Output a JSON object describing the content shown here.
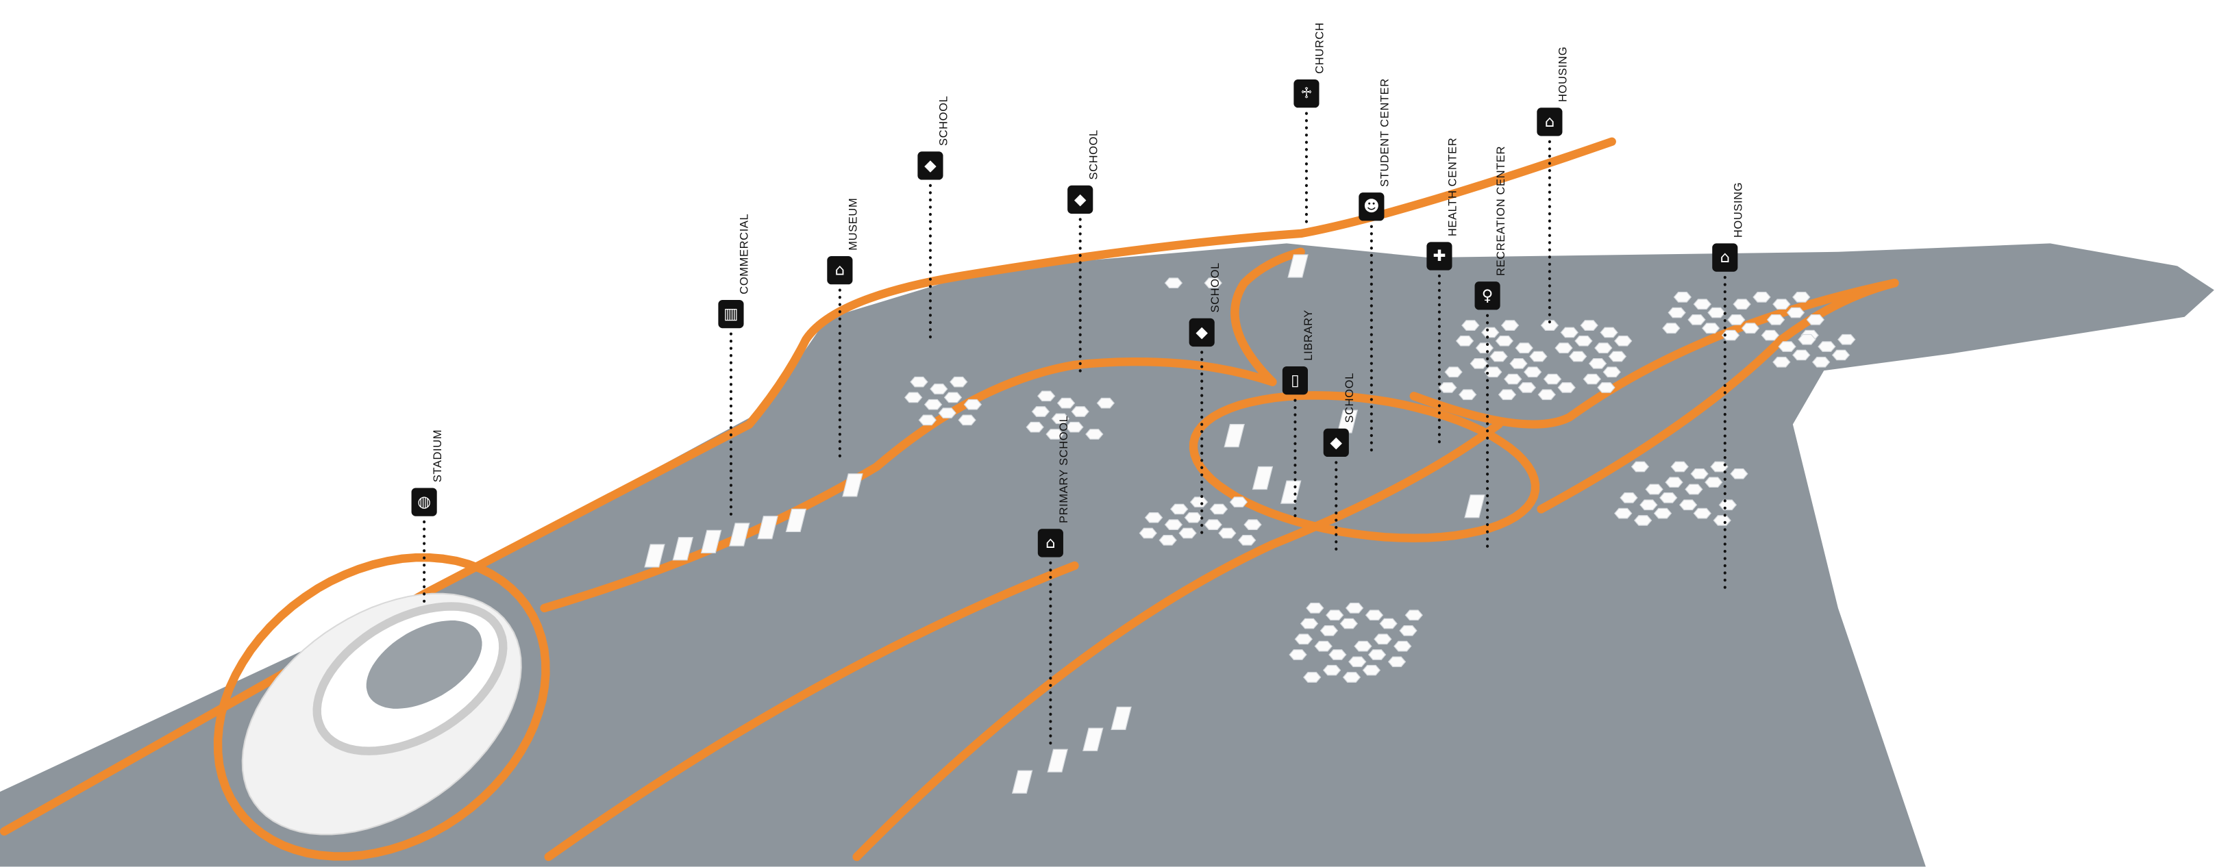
{
  "colors": {
    "land": "#8d959c",
    "road": "#ef8a2e",
    "icon_bg": "#111111",
    "building": "#fbfbfb"
  },
  "markers": [
    {
      "label": "STADIUM",
      "icon": "stadium-icon"
    },
    {
      "label": "COMMERCIAL",
      "icon": "commercial-building-icon"
    },
    {
      "label": "MUSEUM",
      "icon": "museum-icon"
    },
    {
      "label": "SCHOOL",
      "icon": "graduation-cap-icon"
    },
    {
      "label": "SCHOOL",
      "icon": "graduation-cap-icon"
    },
    {
      "label": "CHURCH",
      "icon": "church-icon"
    },
    {
      "label": "STUDENT CENTER",
      "icon": "people-icon"
    },
    {
      "label": "HEALTH CENTER",
      "icon": "medical-cross-icon"
    },
    {
      "label": "RECREATION CENTER",
      "icon": "fitness-icon"
    },
    {
      "label": "HOUSING",
      "icon": "house-icon"
    },
    {
      "label": "HOUSING",
      "icon": "house-icon"
    },
    {
      "label": "SCHOOL",
      "icon": "graduation-cap-icon"
    },
    {
      "label": "LIBRARY",
      "icon": "book-icon"
    },
    {
      "label": "SCHOOL",
      "icon": "graduation-cap-icon"
    },
    {
      "label": "PRIMARY SCHOOL",
      "icon": "school-building-icon"
    }
  ]
}
